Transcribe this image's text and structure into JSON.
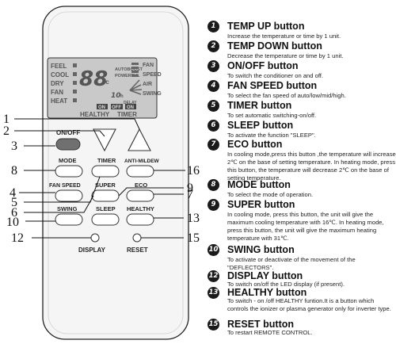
{
  "remote": {
    "display": {
      "mode_labels": [
        "FEEL",
        "COOL",
        "DRY",
        "FAN",
        "HEAT"
      ],
      "temperature": "88",
      "degree_unit": "°c",
      "autoboost": "AUTOBOOST",
      "powerful": "POWERFUL",
      "right_labels": [
        "FAN",
        "SPEED",
        "AIR",
        "SWING"
      ],
      "timer_value": "10",
      "timer_unit": "h",
      "delay": "DELAY",
      "on": "ON",
      "off": "OFF",
      "healthy": "HEALTHY",
      "timer": "TIMER"
    },
    "buttons": {
      "onoff": "ON/OFF",
      "mode": "MODE",
      "timer": "TIMER",
      "anti_mildew": "ANTI-MILDEW",
      "fan_speed": "FAN SPEED",
      "super": "SUPER",
      "eco": "ECO",
      "swing": "SWING",
      "sleep": "SLEEP",
      "healthy": "HEALTHY",
      "display": "DISPLAY",
      "reset": "RESET"
    }
  },
  "callouts": {
    "left": [
      "1",
      "2",
      "3",
      "8",
      "4",
      "5",
      "6",
      "10",
      "12"
    ],
    "right": [
      "16",
      "9",
      "7",
      "13",
      "15"
    ]
  },
  "legend": [
    {
      "num": "1",
      "title": "TEMP UP button",
      "desc": "Increase the temperature or time by 1 unit."
    },
    {
      "num": "2",
      "title": "TEMP DOWN button",
      "desc": "Decrease the temperature or time by 1 unit."
    },
    {
      "num": "3",
      "title": "ON/OFF button",
      "desc": "To switch the conditioner on and off."
    },
    {
      "num": "4",
      "title": "FAN SPEED button",
      "desc": "To select the  fan speed of auto/low/mid/high."
    },
    {
      "num": "5",
      "title": "TIMER  button",
      "desc": "To set  automatic switching-on/off."
    },
    {
      "num": "6",
      "title": "SLEEP button",
      "desc": "To activate the function \"SLEEP\"."
    },
    {
      "num": "7",
      "title": "ECO button",
      "desc": "In cooling mode,press this button ,the temperature will increase 2℃ on the base of setting temperature. In heating mode, press  this button, the temperature will decrease 2℃ on the base of setting temperature."
    },
    {
      "num": "8",
      "title": "MODE button",
      "desc": "To select the  mode of operation."
    },
    {
      "num": "9",
      "title": "SUPER  button",
      "desc": "In cooling mode, press this button, the unit will give the maximum cooling temperature with 16℃. In heating mode, press this button, the unit will give the maximum heating temperature with 31℃."
    },
    {
      "num": "10",
      "title": "SWING  button",
      "desc": "To activate or deactivate of the movement of the \"DEFLECTORS\"."
    },
    {
      "num": "12",
      "title": "DISPLAY  button",
      "desc": "To switch  on/off the LED display (if present)."
    },
    {
      "num": "13",
      "title": "HEALTHY button",
      "desc": "To switch - on /off HEALTHY funtion.It is a button which controls the ionizer or plasma generator only for inverter type."
    },
    {
      "num": "15",
      "title": "RESET  button",
      "desc": "To restart REMOTE CONTROL."
    }
  ]
}
